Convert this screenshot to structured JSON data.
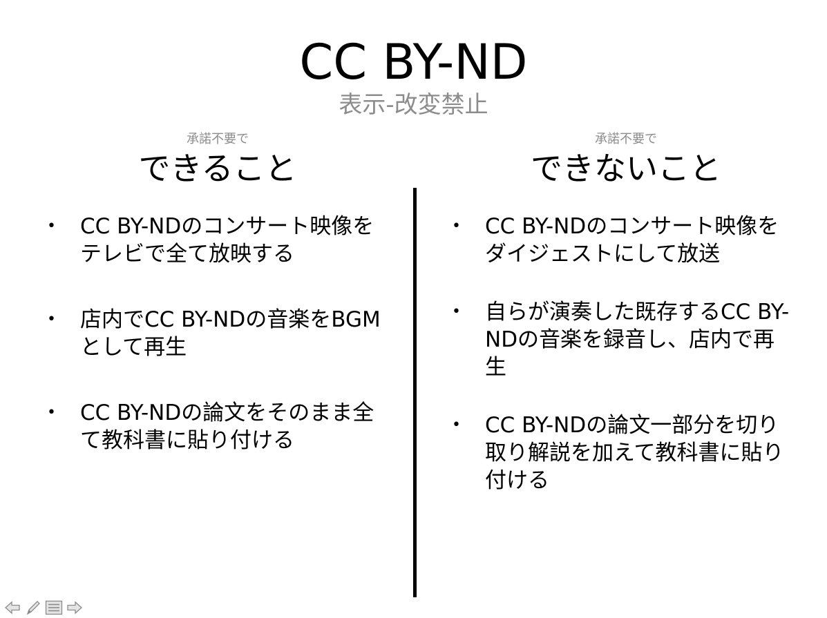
{
  "slide": {
    "title": "CC BY-ND",
    "subtitle": "表示-改変禁止",
    "left": {
      "note": "承諾不要で",
      "heading": "できること",
      "bullets": [
        "CC BY-NDのコンサート映像をテレビで全て放映する",
        "店内でCC BY-NDの音楽をBGMとして再生",
        "CC BY-NDの論文をそのまま全て教科書に貼り付ける"
      ]
    },
    "right": {
      "note": "承諾不要で",
      "heading": "できないこと",
      "bullets": [
        "CC BY-NDのコンサート映像をダイジェストにして放送",
        "自らが演奏した既存するCC BY-NDの音楽を録音し、店内で再生",
        "CC BY-NDの論文一部分を切り取り解説を加えて教科書に貼り付ける"
      ]
    },
    "bullet_symbol": "•"
  },
  "nav": {
    "icons": [
      "arrow-left-icon",
      "pen-icon",
      "menu-icon",
      "arrow-right-icon"
    ],
    "icon_color": "#9a9a9a"
  }
}
